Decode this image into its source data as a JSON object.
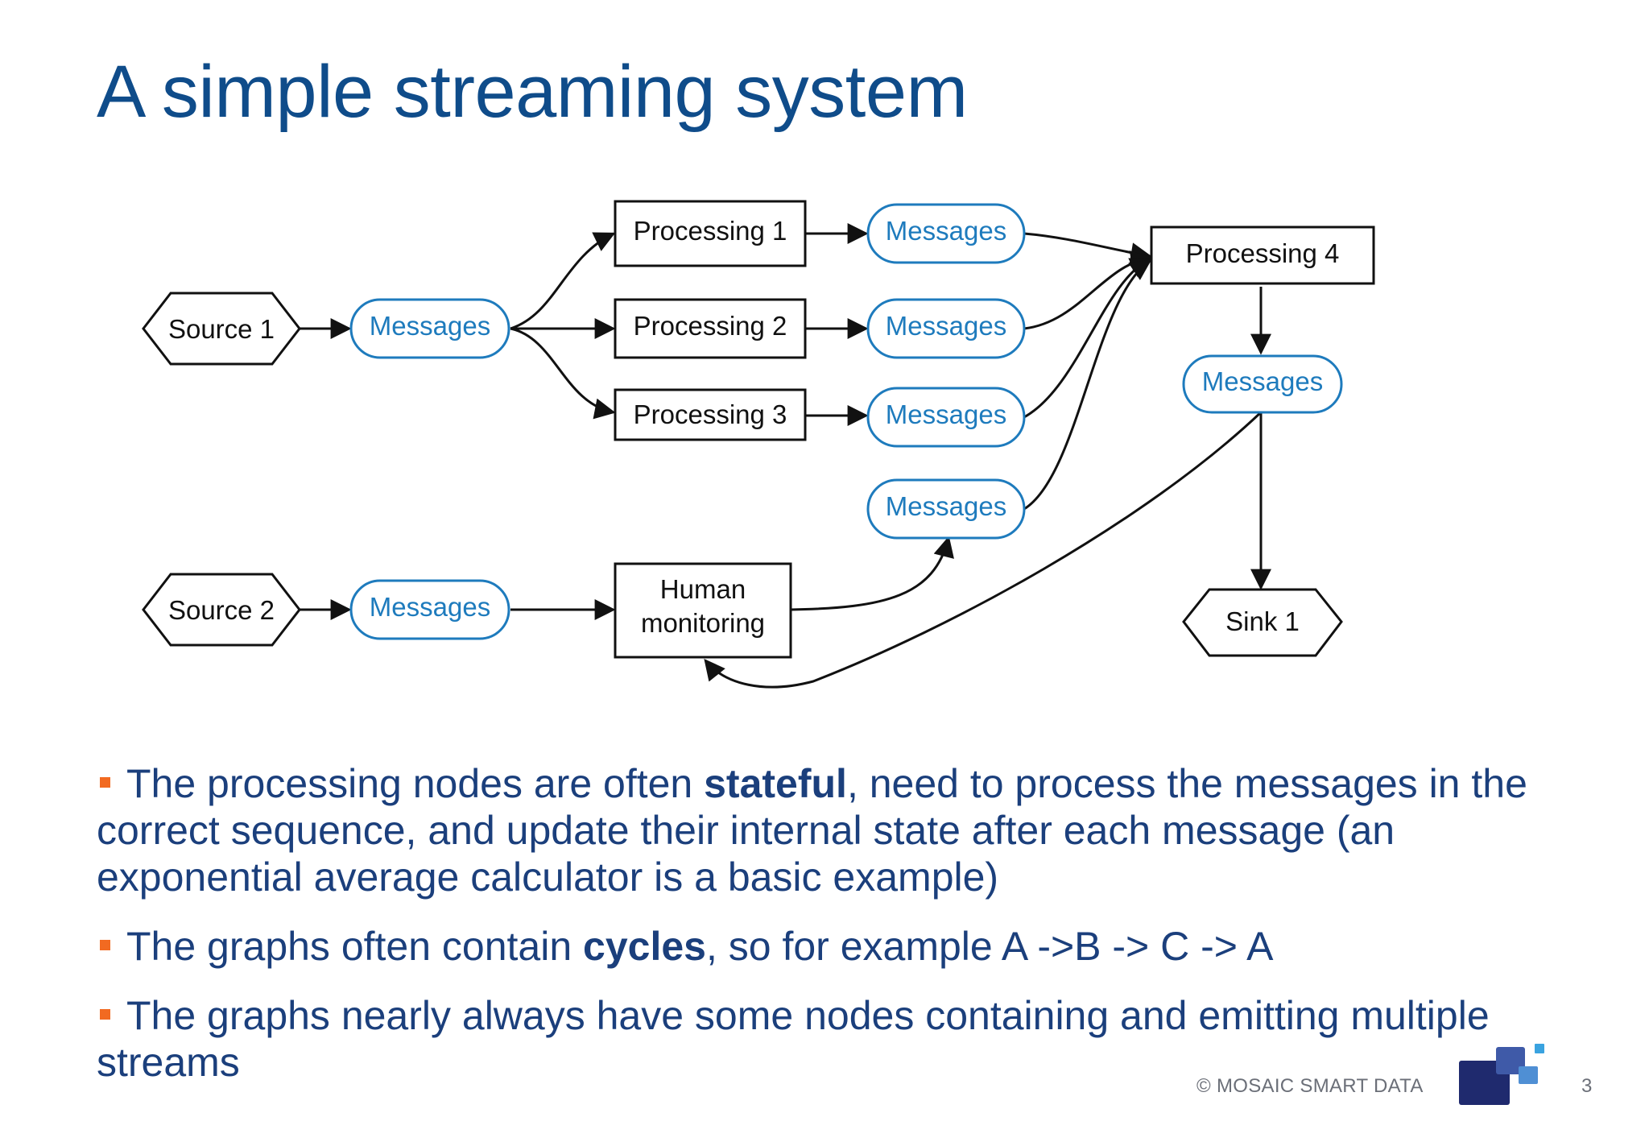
{
  "slide": {
    "title": "A simple streaming system",
    "footer": "© MOSAIC SMART DATA",
    "page_number": "3"
  },
  "diagram": {
    "nodes": {
      "source1": "Source 1",
      "source2": "Source 2",
      "msg_s1": "Messages",
      "msg_s2": "Messages",
      "proc1": "Processing 1",
      "proc2": "Processing 2",
      "proc3": "Processing 3",
      "proc4": "Processing 4",
      "msg_p1": "Messages",
      "msg_p2": "Messages",
      "msg_p3": "Messages",
      "msg_hm": "Messages",
      "msg_p4": "Messages",
      "human_line1": "Human",
      "human_line2": "monitoring",
      "sink1": "Sink 1"
    },
    "colors": {
      "message_stroke": "#1e7bbd",
      "box_stroke": "#111111",
      "title": "#0f4c8a",
      "bullet_text": "#1b3f7c",
      "bullet_marker": "#f26a21"
    }
  },
  "bullets": [
    {
      "pre": "The processing nodes are often ",
      "bold": "stateful",
      "post": ", need to process the messages in the correct sequence, and update their internal state after each message (an exponential average calculator is a basic example)"
    },
    {
      "pre": "The graphs often contain ",
      "bold": "cycles",
      "post": ", so for example A ->B -> C -> A"
    },
    {
      "pre": "The graphs nearly always have some nodes containing and emitting multiple streams",
      "bold": "",
      "post": ""
    }
  ]
}
